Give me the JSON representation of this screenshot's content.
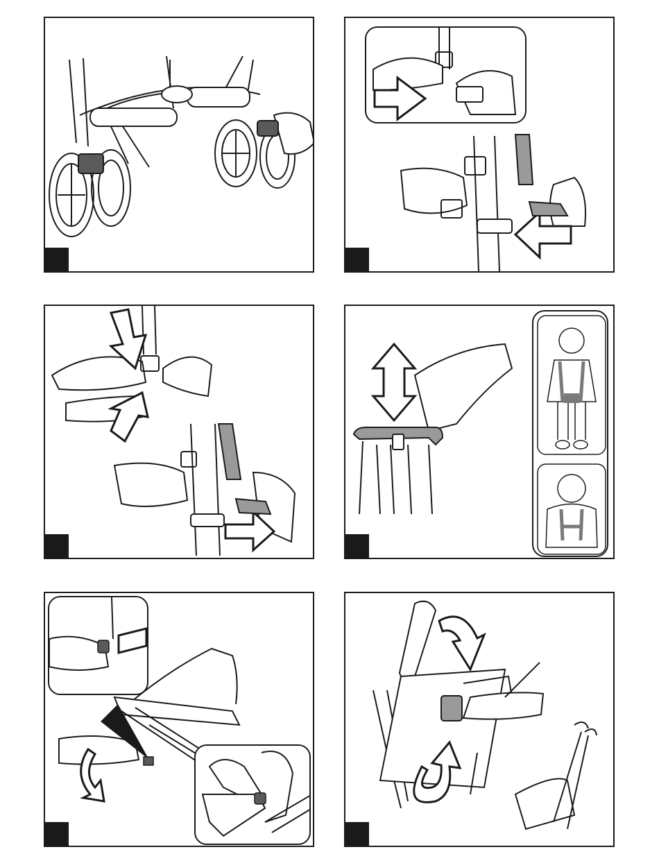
{
  "page": {
    "panels": [
      {
        "name": "panel-1",
        "content": "stroller-rear-brake-pedal"
      },
      {
        "name": "panel-2",
        "content": "harness-buckle-insert"
      },
      {
        "name": "panel-3",
        "content": "harness-buckle-release"
      },
      {
        "name": "panel-4",
        "content": "shoulder-strap-height"
      },
      {
        "name": "panel-5",
        "content": "bumper-bar-release"
      },
      {
        "name": "panel-6",
        "content": "backrest-recline"
      }
    ],
    "colors": {
      "line": "#1a1a1a",
      "fill_gray": "#9a9a9a",
      "fill_dark": "#5a5a5a",
      "paper": "#ffffff"
    }
  }
}
